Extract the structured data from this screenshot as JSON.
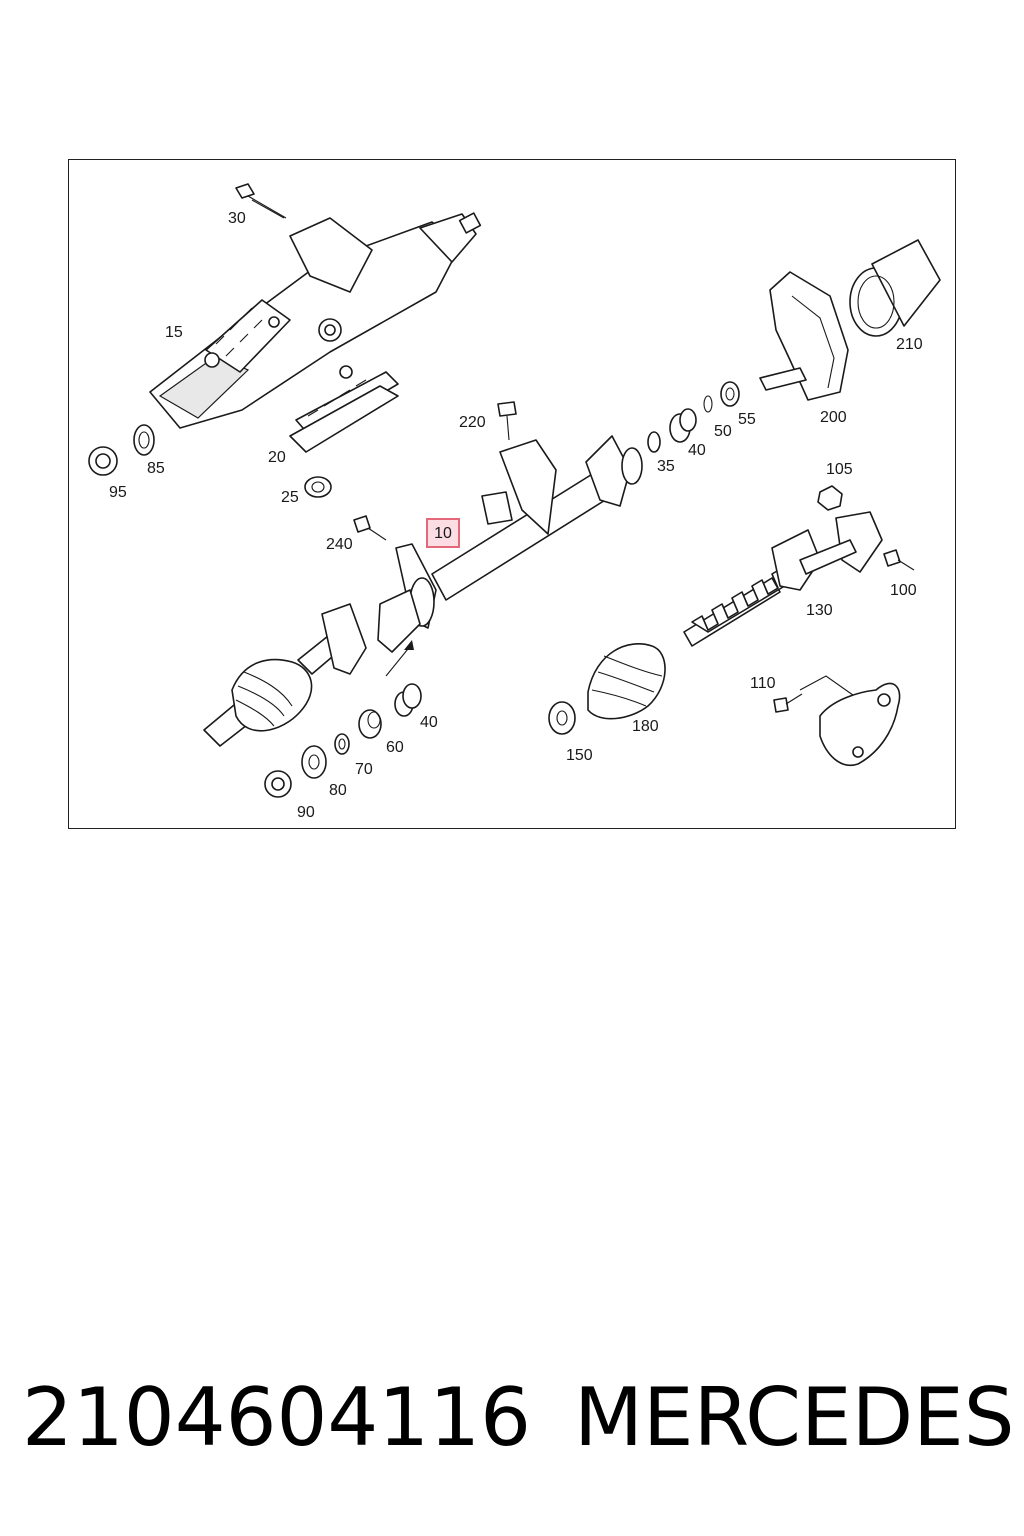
{
  "callouts": {
    "c30": "30",
    "c15": "15",
    "c95": "95",
    "c85": "85",
    "c20": "20",
    "c25": "25",
    "c220": "220",
    "c10": "10",
    "c240": "240",
    "c35": "35",
    "c40a": "40",
    "c50": "50",
    "c55": "55",
    "c200": "200",
    "c210": "210",
    "c105": "105",
    "c100": "100",
    "c130": "130",
    "c110": "110",
    "c180": "180",
    "c150": "150",
    "c40b": "40",
    "c60": "60",
    "c70": "70",
    "c80": "80",
    "c90": "90"
  },
  "highlighted_part": "10",
  "footer": {
    "part_number": "2104604116",
    "brand": "MERCEDES"
  }
}
